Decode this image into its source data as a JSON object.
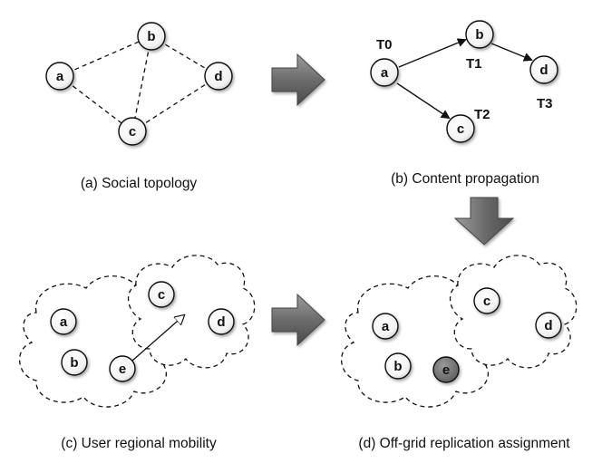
{
  "captions": {
    "a": "(a) Social topology",
    "b": "(b) Content propagation",
    "c": "(c) User regional mobility",
    "d": "(d) Off-grid replication assignment"
  },
  "panel_a": {
    "nodes": {
      "a": "a",
      "b": "b",
      "c": "c",
      "d": "d"
    }
  },
  "panel_b": {
    "nodes": {
      "a": "a",
      "b": "b",
      "c": "c",
      "d": "d"
    },
    "times": {
      "t0": "T0",
      "t1": "T1",
      "t2": "T2",
      "t3": "T3"
    }
  },
  "panel_c": {
    "nodes": {
      "a": "a",
      "b": "b",
      "c": "c",
      "d": "d",
      "e": "e"
    }
  },
  "panel_d": {
    "nodes": {
      "a": "a",
      "b": "b",
      "c": "c",
      "d": "d",
      "e": "e"
    }
  },
  "colors": {
    "arrow_fill": "#7a7a7a",
    "highlight_node": "#6e6e6e"
  }
}
